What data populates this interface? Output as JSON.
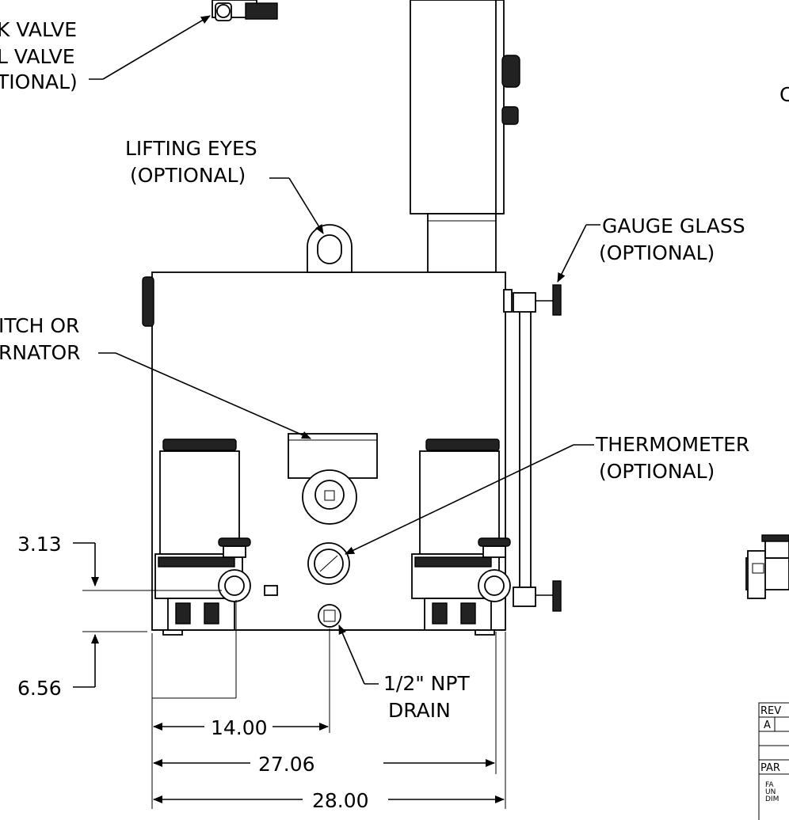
{
  "labels": {
    "check_valve_1": "K VALVE",
    "check_valve_2": "L VALVE",
    "check_valve_3": "TIONAL)",
    "lifting_eyes_1": "LIFTING EYES",
    "lifting_eyes_2": "(OPTIONAL)",
    "gauge_glass_1": "GAUGE GLASS",
    "gauge_glass_2": "(OPTIONAL)",
    "switch_1": "ITCH OR",
    "switch_2": "RNATOR",
    "thermometer_1": "THERMOMETER",
    "thermometer_2": "(OPTIONAL)",
    "drain_1": "1/2\" NPT",
    "drain_2": "DRAIN",
    "cut_right": "C"
  },
  "dimensions": {
    "d1": "3.13",
    "d2": "6.56",
    "d3": "14.00",
    "d4": "27.06",
    "d5": "28.00"
  },
  "title_block": {
    "rev": "REV",
    "rev_value": "A",
    "part": "PAR",
    "note_1": "FA",
    "note_2": "UN",
    "note_3": "DIM"
  }
}
